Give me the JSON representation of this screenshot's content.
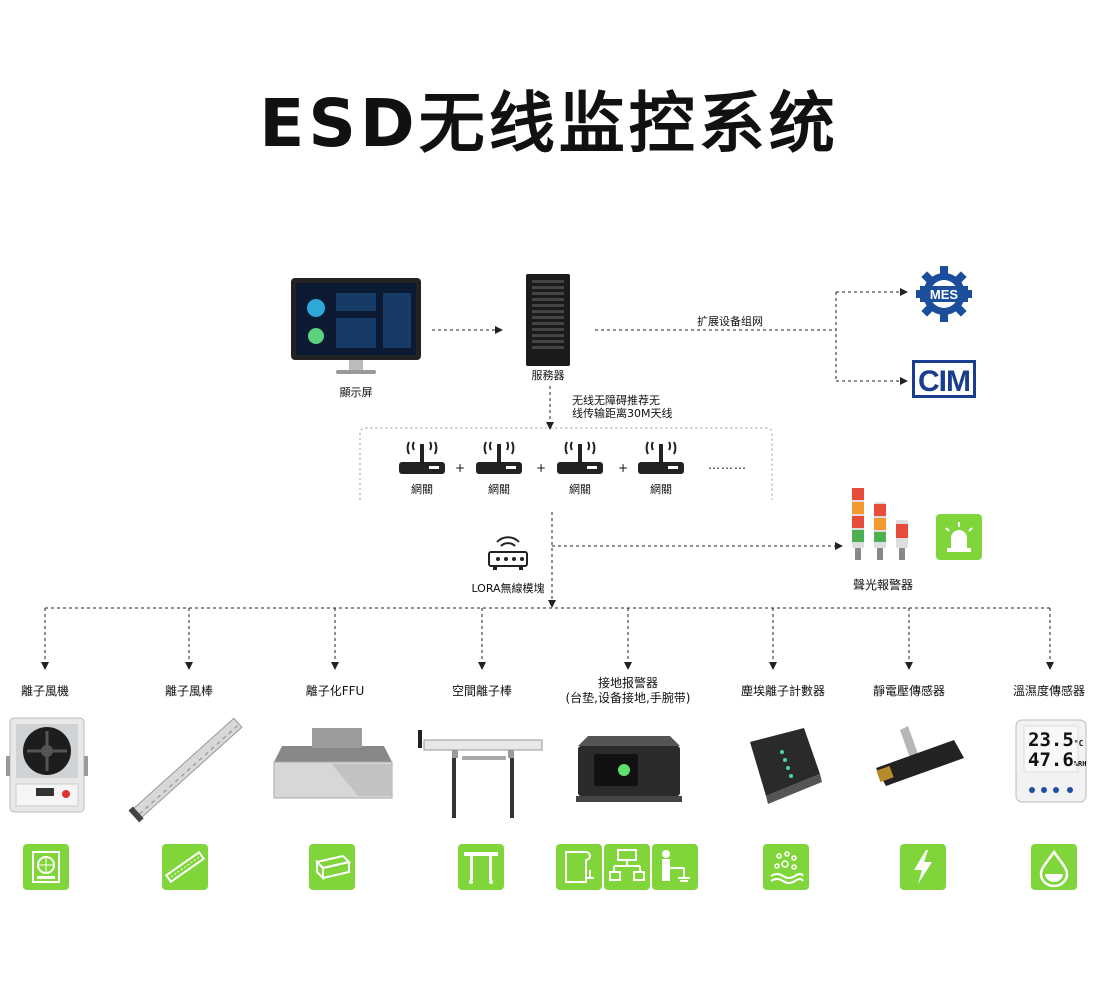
{
  "title": "ESD无线监控系统",
  "top": {
    "display_label": "顯示屏",
    "server_label": "服務器",
    "expand_label": "扩展设备组网",
    "wireless_note_line1": "无线无障碍推荐无",
    "wireless_note_line2": "线传输距离30M天线",
    "mes_label": "MES",
    "cim_label": "CIM"
  },
  "gateways": {
    "items": [
      {
        "label": "網關"
      },
      {
        "label": "網關"
      },
      {
        "label": "網關"
      },
      {
        "label": "網關"
      }
    ],
    "plus": "+",
    "ellipsis": "………"
  },
  "lora_label": "LORA無線模塊",
  "alarm_label": "聲光報警器",
  "categories": [
    {
      "label": "離子風機"
    },
    {
      "label": "離子風棒"
    },
    {
      "label": "離子化FFU"
    },
    {
      "label": "空間離子棒"
    },
    {
      "label": "接地报警器\n(台垫,设备接地,手腕带)"
    },
    {
      "label": "塵埃離子計數器"
    },
    {
      "label": "靜電壓傳感器"
    },
    {
      "label": "溫濕度傳感器"
    }
  ],
  "device_texts": {
    "temp": "23.5",
    "temp_unit": "°C",
    "humidity": "47.6",
    "humidity_unit": "%RH"
  },
  "colors": {
    "accent_green": "#7fd53a",
    "mes_blue": "#1b4e9b",
    "cim_blue": "#1a3d8f"
  },
  "icons": [
    "fan-icon",
    "ion-bar-icon",
    "ffu-icon",
    "space-ion-icon",
    "grounding-icons",
    "dust-icon",
    "lightning-icon",
    "water-drop-icon",
    "alarm-beacon-icon"
  ]
}
